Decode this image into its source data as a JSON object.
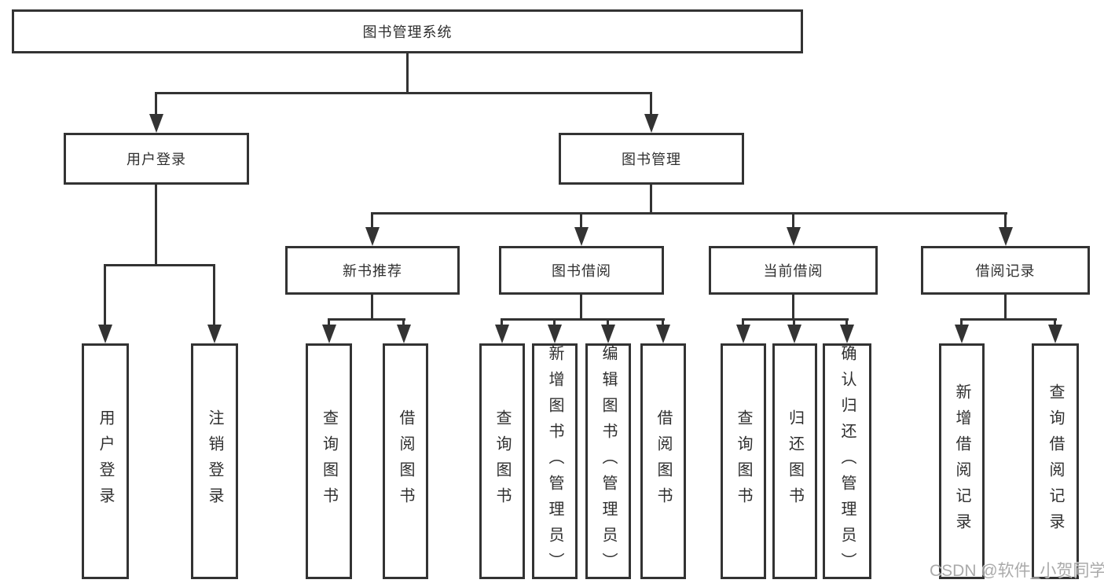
{
  "diagram": {
    "root": {
      "label": "图书管理系统"
    },
    "branches": [
      {
        "label": "用户登录",
        "children": [
          {
            "label": "用户登录"
          },
          {
            "label": "注销登录"
          }
        ]
      },
      {
        "label": "图书管理",
        "children": [
          {
            "label": "新书推荐",
            "children": [
              {
                "label": "查询图书"
              },
              {
                "label": "借阅图书"
              }
            ]
          },
          {
            "label": "图书借阅",
            "children": [
              {
                "label": "查询图书"
              },
              {
                "label": "新增图书（管理员）"
              },
              {
                "label": "编辑图书（管理员）"
              },
              {
                "label": "借阅图书"
              }
            ]
          },
          {
            "label": "当前借阅",
            "children": [
              {
                "label": "查询图书"
              },
              {
                "label": "归还图书"
              },
              {
                "label": "确认归还（管理员）"
              }
            ]
          },
          {
            "label": "借阅记录",
            "children": [
              {
                "label": "新增借阅记录"
              },
              {
                "label": "查询借阅记录"
              }
            ]
          }
        ]
      }
    ]
  },
  "watermark": {
    "text": "CSDN @软件_小贺同学"
  },
  "colors": {
    "line": "#333333",
    "box_border": "#333333",
    "text": "#2f2f2f",
    "watermark": "#9c9c9c",
    "background": "#ffffff"
  }
}
